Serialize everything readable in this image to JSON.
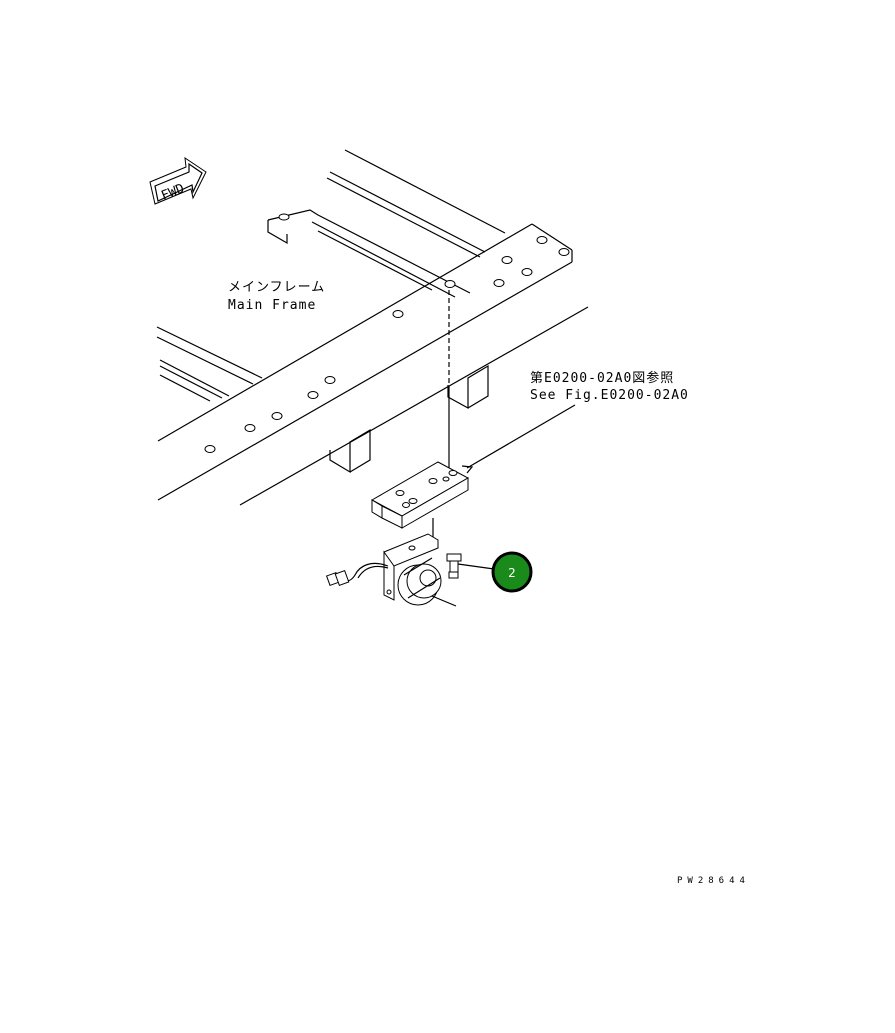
{
  "direction_marker": {
    "text": "FWD"
  },
  "labels": {
    "main_frame_jp": "メインフレーム",
    "main_frame_en": "Main Frame",
    "reference_jp": "第E0200-02A0図参照",
    "reference_en": "See Fig.E0200-02A0"
  },
  "callouts": [
    {
      "number": "2",
      "color": "#1a8a1a"
    }
  ],
  "drawing_code": "PW28644"
}
